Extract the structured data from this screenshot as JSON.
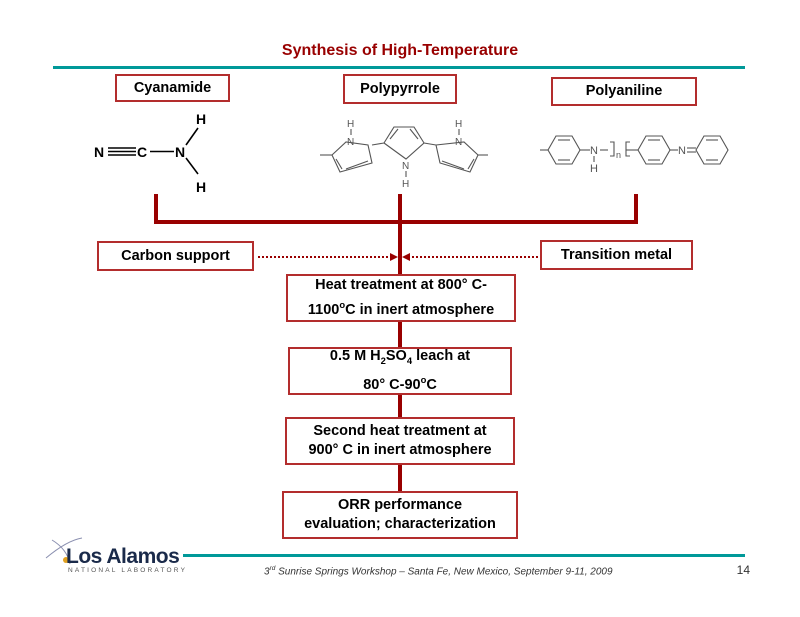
{
  "slide": {
    "title": "Synthesis of High-Temperature",
    "page_number": "14",
    "footer": {
      "ordinal": "3",
      "ordinal_suffix": "rd",
      "text": " Sunrise Springs Workshop – Santa Fe, New Mexico, September 9-11, 2009"
    },
    "logo": {
      "name": "Los Alamos",
      "subtitle": "NATIONAL LABORATORY"
    }
  },
  "precursors": [
    {
      "label": "Cyanamide"
    },
    {
      "label": "Polypyrrole"
    },
    {
      "label": "Polyaniline"
    }
  ],
  "chem": {
    "cyanamide": {
      "n1": "N",
      "c": "C",
      "n2": "N",
      "h": "H"
    },
    "pyrrole": {
      "n": "N",
      "h": "H"
    },
    "aniline": {
      "n": "N",
      "h": "H",
      "sub_n": "n"
    }
  },
  "inputs": {
    "left": "Carbon support",
    "right": "Transition metal"
  },
  "steps": [
    {
      "line1": "Heat treatment at 800° C-",
      "line2_pre": "1100",
      "line2_sup": "o",
      "line2_post": "C in inert atmosphere"
    },
    {
      "line1_pre": "0.5 M H",
      "sub1": "2",
      "line1_mid": "SO",
      "sub2": "4",
      "line1_post": " leach at",
      "line2_pre": "80° C-90",
      "line2_sup": "o",
      "line2_post": "C"
    },
    {
      "line1": "Second heat treatment at",
      "line2": "900° C in inert atmosphere"
    },
    {
      "line1": "ORR performance",
      "line2": "evaluation; characterization"
    }
  ],
  "colors": {
    "accent_red": "#990000",
    "box_border": "#b32d2d",
    "teal_rule": "#009999"
  }
}
